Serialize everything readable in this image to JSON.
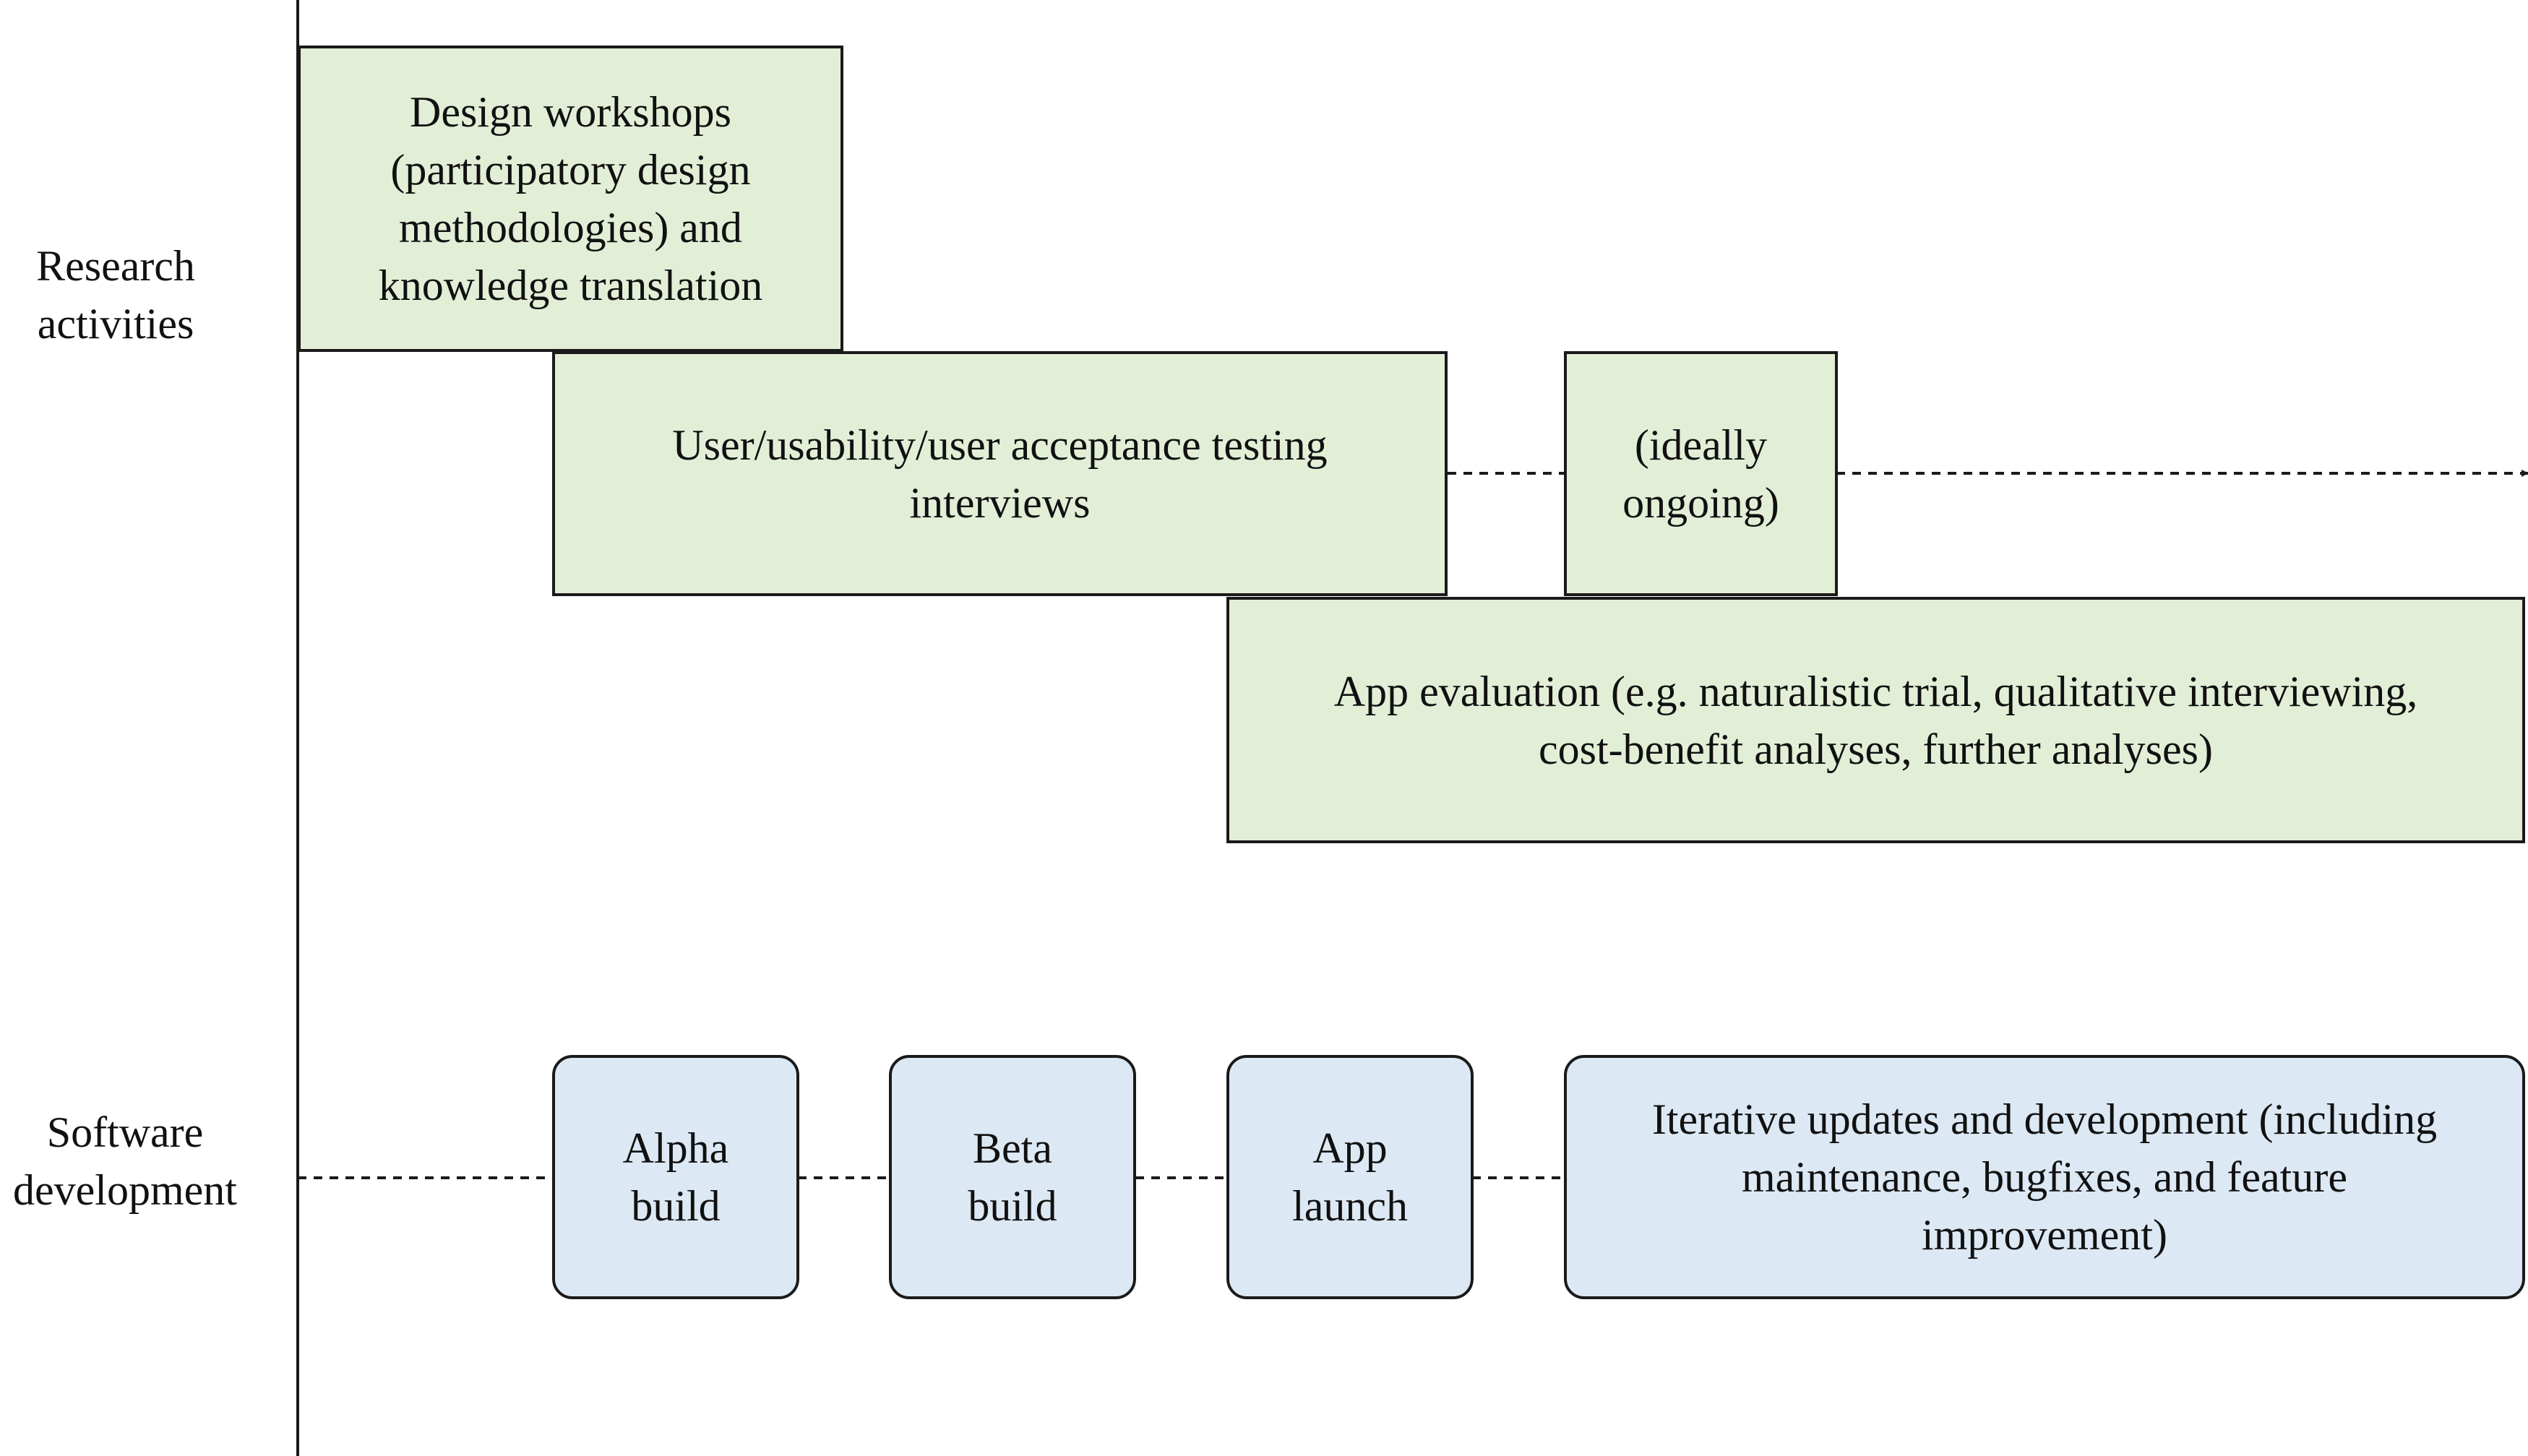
{
  "colors": {
    "research_fill": "#e3eed7",
    "software_fill": "#dce8f3",
    "stroke": "#1a1a1a"
  },
  "rows": {
    "research_label": "Research\nactivities",
    "software_label": "Software\ndevelopment"
  },
  "research": {
    "design_workshops": "Design workshops\n(participatory design\nmethodologies) and\nknowledge translation",
    "user_testing": "User/usability/user acceptance testing\ninterviews",
    "ideally_ongoing": "(ideally\nongoing)",
    "app_evaluation": "App evaluation (e.g. naturalistic trial, qualitative interviewing,\ncost-benefit analyses, further analyses)"
  },
  "software": {
    "alpha": "Alpha\nbuild",
    "beta": "Beta\nbuild",
    "launch": "App\nlaunch",
    "iterative": "Iterative updates and development (including\nmaintenance, bugfixes, and feature\nimprovement)"
  }
}
